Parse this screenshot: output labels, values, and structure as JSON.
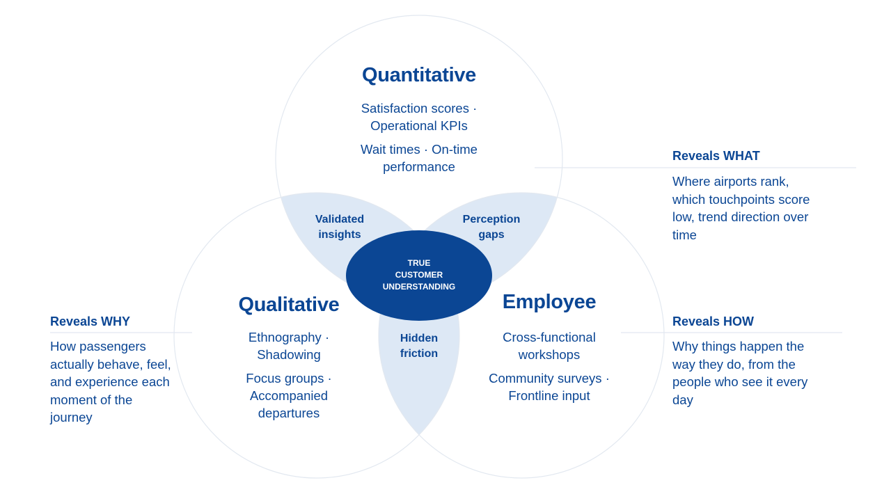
{
  "colors": {
    "primary": "#0b4694",
    "overlap": "#dde8f5",
    "circle_stroke": "#e2e8f0",
    "center_fill": "#0b4694"
  },
  "circles": {
    "quantitative": {
      "title": "Quantitative",
      "lines": [
        "Satisfaction scores ·",
        "Operational KPIs",
        "Wait times · On-time",
        "performance"
      ]
    },
    "qualitative": {
      "title": "Qualitative",
      "lines": [
        "Ethnography ·",
        "Shadowing",
        "Focus groups ·",
        "Accompanied",
        "departures"
      ]
    },
    "employee": {
      "title": "Employee",
      "lines": [
        "Cross-functional",
        "workshops",
        "Community surveys ·",
        "Frontline input"
      ]
    }
  },
  "overlaps": {
    "validated": [
      "Validated",
      "insights"
    ],
    "perception": [
      "Perception",
      "gaps"
    ],
    "hidden": [
      "Hidden",
      "friction"
    ]
  },
  "center": [
    "TRUE",
    "CUSTOMER",
    "UNDERSTANDING"
  ],
  "sides": {
    "what": {
      "heading": "Reveals WHAT",
      "lines": [
        "Where airports rank,",
        "which touchpoints score",
        "low, trend direction over",
        "time"
      ]
    },
    "why": {
      "heading": "Reveals WHY",
      "lines": [
        "How passengers",
        "actually behave, feel,",
        "and experience each",
        "moment of the",
        "journey"
      ]
    },
    "how": {
      "heading": "Reveals HOW",
      "lines": [
        "Why things happen the",
        "way they do, from the",
        "people who see it every",
        "day"
      ]
    }
  }
}
